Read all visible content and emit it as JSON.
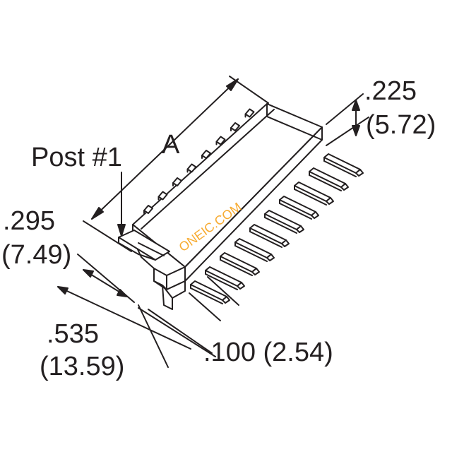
{
  "labels": {
    "post": "Post #1",
    "length": "A",
    "height_in": ".225",
    "height_mm": "(5.72)",
    "body_width_in": ".295",
    "body_width_mm": "(7.49)",
    "row_spacing_in": ".535",
    "row_spacing_mm": "(13.59)",
    "pitch": ".100 (2.54)"
  },
  "watermark": "ONEIC.COM",
  "colors": {
    "line": "#231f20",
    "background": "#ffffff",
    "watermark": "#f7a21b"
  }
}
